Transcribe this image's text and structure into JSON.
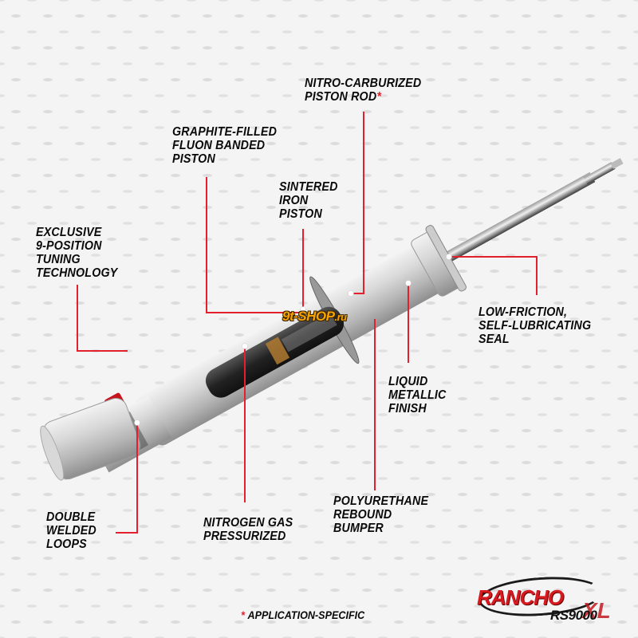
{
  "callouts": [
    {
      "id": "nitro-carburized-piston-rod",
      "lines": [
        "NITRO-CARBURIZED",
        "PISTON ROD"
      ],
      "asterisk": "*"
    },
    {
      "id": "graphite-filled-fluon-banded-piston",
      "lines": [
        "GRAPHITE-FILLED",
        "FLUON BANDED",
        "PISTON"
      ]
    },
    {
      "id": "sintered-iron-piston",
      "lines": [
        "SINTERED",
        "IRON",
        "PISTON"
      ]
    },
    {
      "id": "exclusive-9-position-tuning",
      "lines": [
        "EXCLUSIVE",
        "9-POSITION",
        "TUNING",
        "TECHNOLOGY"
      ]
    },
    {
      "id": "low-friction-seal",
      "lines": [
        "LOW-FRICTION,",
        "SELF-LUBRICATING",
        "SEAL"
      ]
    },
    {
      "id": "liquid-metallic-finish",
      "lines": [
        "LIQUID",
        "METALLIC",
        "FINISH"
      ]
    },
    {
      "id": "double-welded-loops",
      "lines": [
        "DOUBLE",
        "WELDED",
        "LOOPS"
      ]
    },
    {
      "id": "nitrogen-gas-pressurized",
      "lines": [
        "NITROGEN GAS",
        "PRESSURIZED"
      ]
    },
    {
      "id": "polyurethane-rebound-bumper",
      "lines": [
        "POLYURETHANE",
        "REBOUND",
        "BUMPER"
      ]
    }
  ],
  "labels_text": {
    "rod": "NITRO-CARBURIZED\nPISTON ROD",
    "graphite": "GRAPHITE-FILLED\nFLUON BANDED\nPISTON",
    "sintered": "SINTERED\nIRON\nPISTON",
    "tuning": "EXCLUSIVE\n9-POSITION\nTUNING\nTECHNOLOGY",
    "seal": "LOW-FRICTION,\nSELF-LUBRICATING\nSEAL",
    "finish": "LIQUID\nMETALLIC\nFINISH",
    "loops": "DOUBLE\nWELDED\nLOOPS",
    "nitrogen": "NITROGEN GAS\nPRESSURIZED",
    "bumper": "POLYURETHANE\nREBOUND\nBUMPER"
  },
  "asterisk": "*",
  "footnote": {
    "star": "*",
    "text": "APPLICATION-SPECIFIC"
  },
  "logo": {
    "brand": "RANCHO",
    "model": "RS9000",
    "suffix": "XL"
  },
  "watermark": {
    "text": "9t-SHOP",
    "tld": ".ru"
  },
  "colors": {
    "leader_line": "#e4202f",
    "text": "#0a0a0a",
    "body_silver": "#cfcfcf",
    "adjuster_red": "#c8141c",
    "watermark": "#f5a400"
  }
}
